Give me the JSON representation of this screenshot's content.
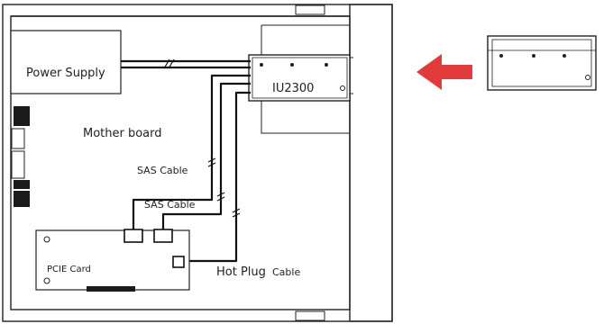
{
  "labels": {
    "power_supply": "Power Supply",
    "mother_board": "Mother board",
    "sas_cable_1": "SAS Cable",
    "sas_cable_2": "SAS Cable",
    "pcie_card": "PCIE Card",
    "iu2300": "IU2300",
    "hot_plug": "Hot Plug",
    "cable": "Cable"
  },
  "colors": {
    "outline": "#222222",
    "arrow": "#e23b3b",
    "connector": "#1a1a1a"
  }
}
